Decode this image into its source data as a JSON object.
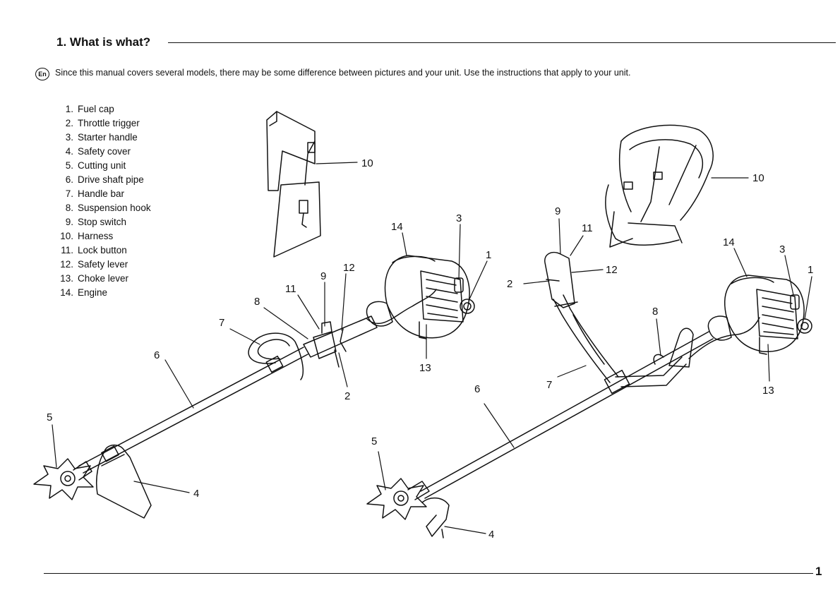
{
  "section": {
    "heading": "1. What is what?"
  },
  "intro": {
    "language_badge": "En",
    "text": "Since this manual covers several models, there may be some difference between pictures and your unit.  Use the instructions that apply to your unit."
  },
  "legend": [
    {
      "num": "1.",
      "label": "Fuel cap"
    },
    {
      "num": "2.",
      "label": "Throttle trigger"
    },
    {
      "num": "3.",
      "label": "Starter handle"
    },
    {
      "num": "4.",
      "label": "Safety cover"
    },
    {
      "num": "5.",
      "label": "Cutting unit"
    },
    {
      "num": "6.",
      "label": "Drive shaft pipe"
    },
    {
      "num": "7.",
      "label": "Handle bar"
    },
    {
      "num": "8.",
      "label": "Suspension hook"
    },
    {
      "num": "9.",
      "label": "Stop switch"
    },
    {
      "num": "10.",
      "label": "Harness"
    },
    {
      "num": "11.",
      "label": "Lock button"
    },
    {
      "num": "12.",
      "label": "Safety lever"
    },
    {
      "num": "13.",
      "label": "Choke lever"
    },
    {
      "num": "14.",
      "label": "Engine"
    }
  ],
  "callouts": {
    "n1": "1",
    "n2": "2",
    "n3": "3",
    "n4": "4",
    "n5": "5",
    "n6": "6",
    "n7": "7",
    "n8": "8",
    "n9": "9",
    "n10": "10",
    "n11": "11",
    "n12": "12",
    "n13": "13",
    "n14": "14"
  },
  "footer": {
    "page_number": "1"
  }
}
